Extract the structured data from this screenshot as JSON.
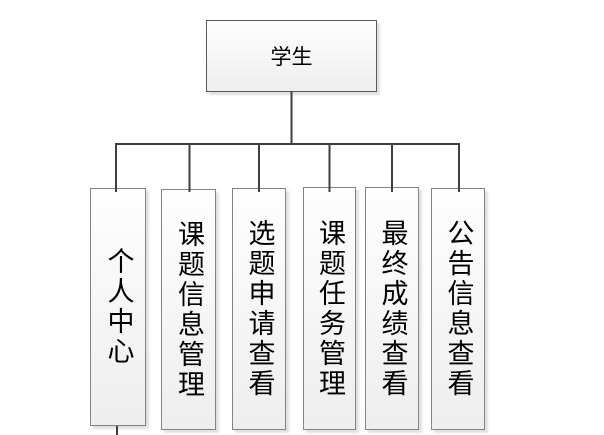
{
  "diagram": {
    "type": "tree-hierarchy",
    "root": {
      "label": "学生"
    },
    "children": [
      {
        "label": "个人中心"
      },
      {
        "label": "课题信息管理"
      },
      {
        "label": "选题申请查看"
      },
      {
        "label": "课题任务管理"
      },
      {
        "label": "最终成绩查看"
      },
      {
        "label": "公告信息查看"
      }
    ],
    "colors": {
      "background": "#ffffff",
      "connector_line": "#3f3f3f",
      "root_border": "#595959",
      "child_border": "#848484",
      "node_fill_top": "#fefefe",
      "node_fill_bottom": "#eeeeee",
      "text": "#000000"
    }
  }
}
